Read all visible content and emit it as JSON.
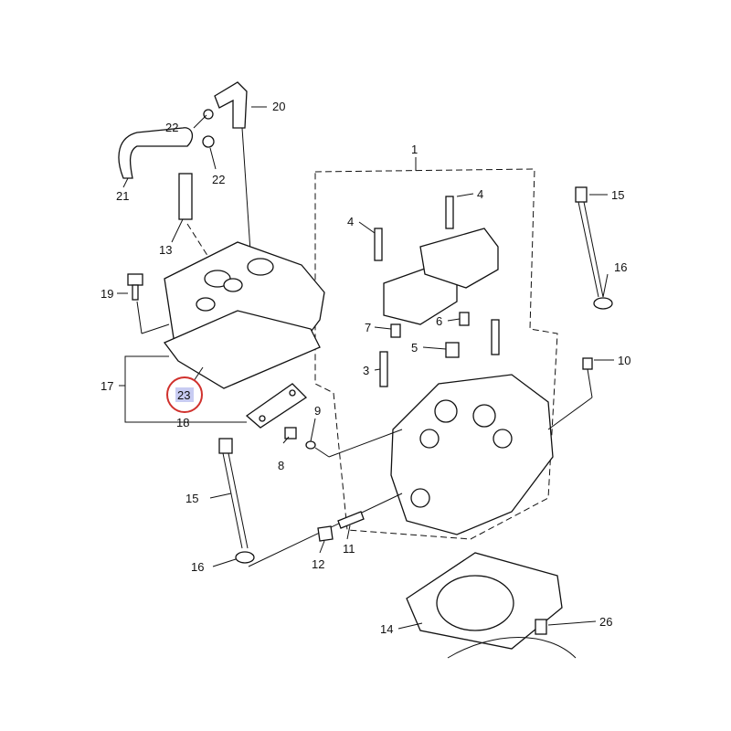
{
  "diagram": {
    "callouts": {
      "c22a": "22",
      "c20": "20",
      "c22b": "22",
      "c21": "21",
      "c13": "13",
      "c19": "19",
      "c17": "17",
      "c23": "23",
      "c18": "18",
      "c1": "1",
      "c4a": "4",
      "c4b": "4",
      "c15a": "15",
      "c16a": "16",
      "c7": "7",
      "c6": "6",
      "c5": "5",
      "c3": "3",
      "c10": "10",
      "c9": "9",
      "c8": "8",
      "c15b": "15",
      "c11": "11",
      "c12": "12",
      "c16b": "16",
      "c14": "14",
      "c26": "26"
    },
    "highlighted_part": "23",
    "colors": {
      "highlight_ring": "#d0312d",
      "highlight_fill": "#c8ccf2",
      "line": "#111111"
    }
  }
}
